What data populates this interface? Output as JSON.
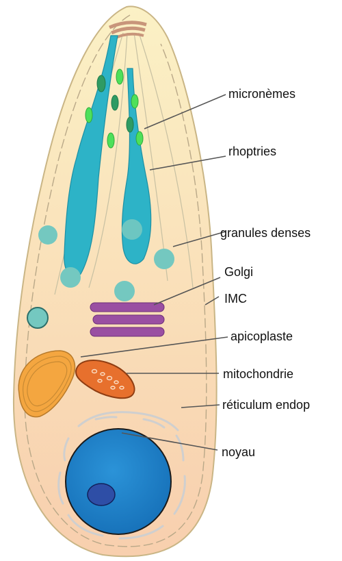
{
  "labels": {
    "micronemes": "micronèmes",
    "rhoptries": "rhoptries",
    "dense_granules": "granules denses",
    "golgi": "Golgi",
    "imc": "IMC",
    "apicoplast": "apicoplaste",
    "mitochondria": "mitochondrie",
    "er": "réticulum endop",
    "nucleus": "noyau"
  },
  "colors": {
    "cell_fill_top": "#fbf1c5",
    "cell_fill_bottom": "#f8cfae",
    "cell_outline": "#c9b585",
    "conoid": "#c8957a",
    "rhoptry": "#2db3c7",
    "microneme_light": "#4ee05a",
    "microneme_dark": "#2f9b63",
    "granule": "#74c8c0",
    "golgi": "#9a4fa2",
    "apicoplast": "#f4a640",
    "mitochondria": "#e7702d",
    "er": "#cfcfcf",
    "nucleus": "#1e7bc5",
    "nucleolus": "#2e4ea6"
  }
}
